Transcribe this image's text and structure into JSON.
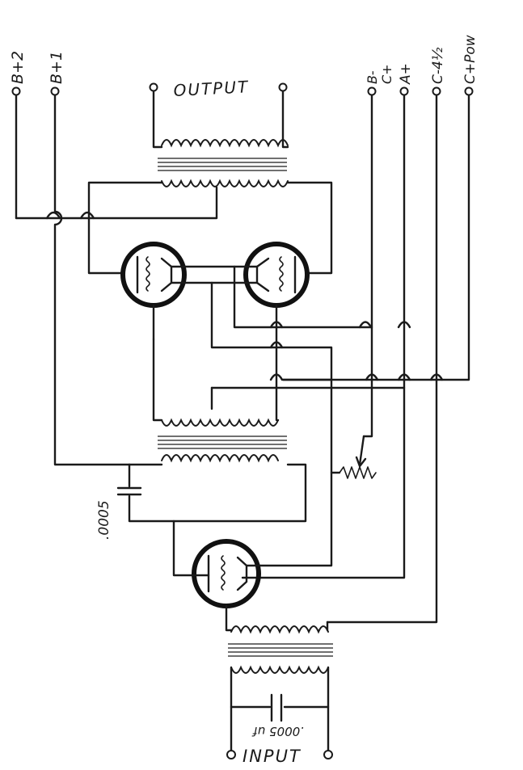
{
  "diagram": {
    "supply_terminals": {
      "b_plus_2": "B+2",
      "b_plus_1": "B+1",
      "b_minus_group": "B-",
      "c_plus": "C+",
      "a_plus": "A+",
      "c_minus": "C-4½",
      "c_plus_pow": "C+Pow"
    },
    "output_label": "OUTPUT",
    "input_label": "INPUT",
    "coupling_capacitor_label": ".0005",
    "input_capacitor_label": ".0005 uf",
    "colors": {
      "ink": "#1a1a1a",
      "paper": "#ffffff"
    }
  }
}
